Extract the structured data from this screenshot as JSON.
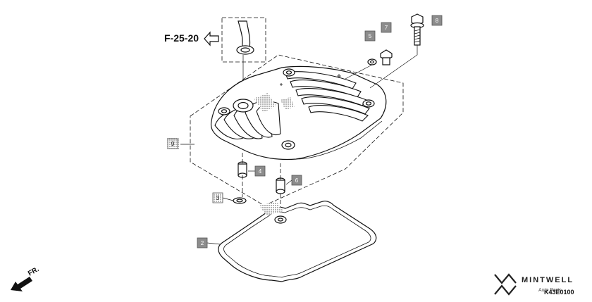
{
  "reference": {
    "label": "F-25-20"
  },
  "callouts": [
    {
      "id": "2",
      "label": "2"
    },
    {
      "id": "3",
      "label": "3"
    },
    {
      "id": "4",
      "label": "4"
    },
    {
      "id": "5",
      "label": "5"
    },
    {
      "id": "6",
      "label": "6"
    },
    {
      "id": "7",
      "label": "7"
    },
    {
      "id": "8",
      "label": "8"
    },
    {
      "id": "9",
      "label": "9"
    }
  ],
  "direction": {
    "label": "FR."
  },
  "brand": {
    "name": "MINTWELL",
    "tagline": "Auto Parts"
  },
  "diagram_code": "K43E0100"
}
